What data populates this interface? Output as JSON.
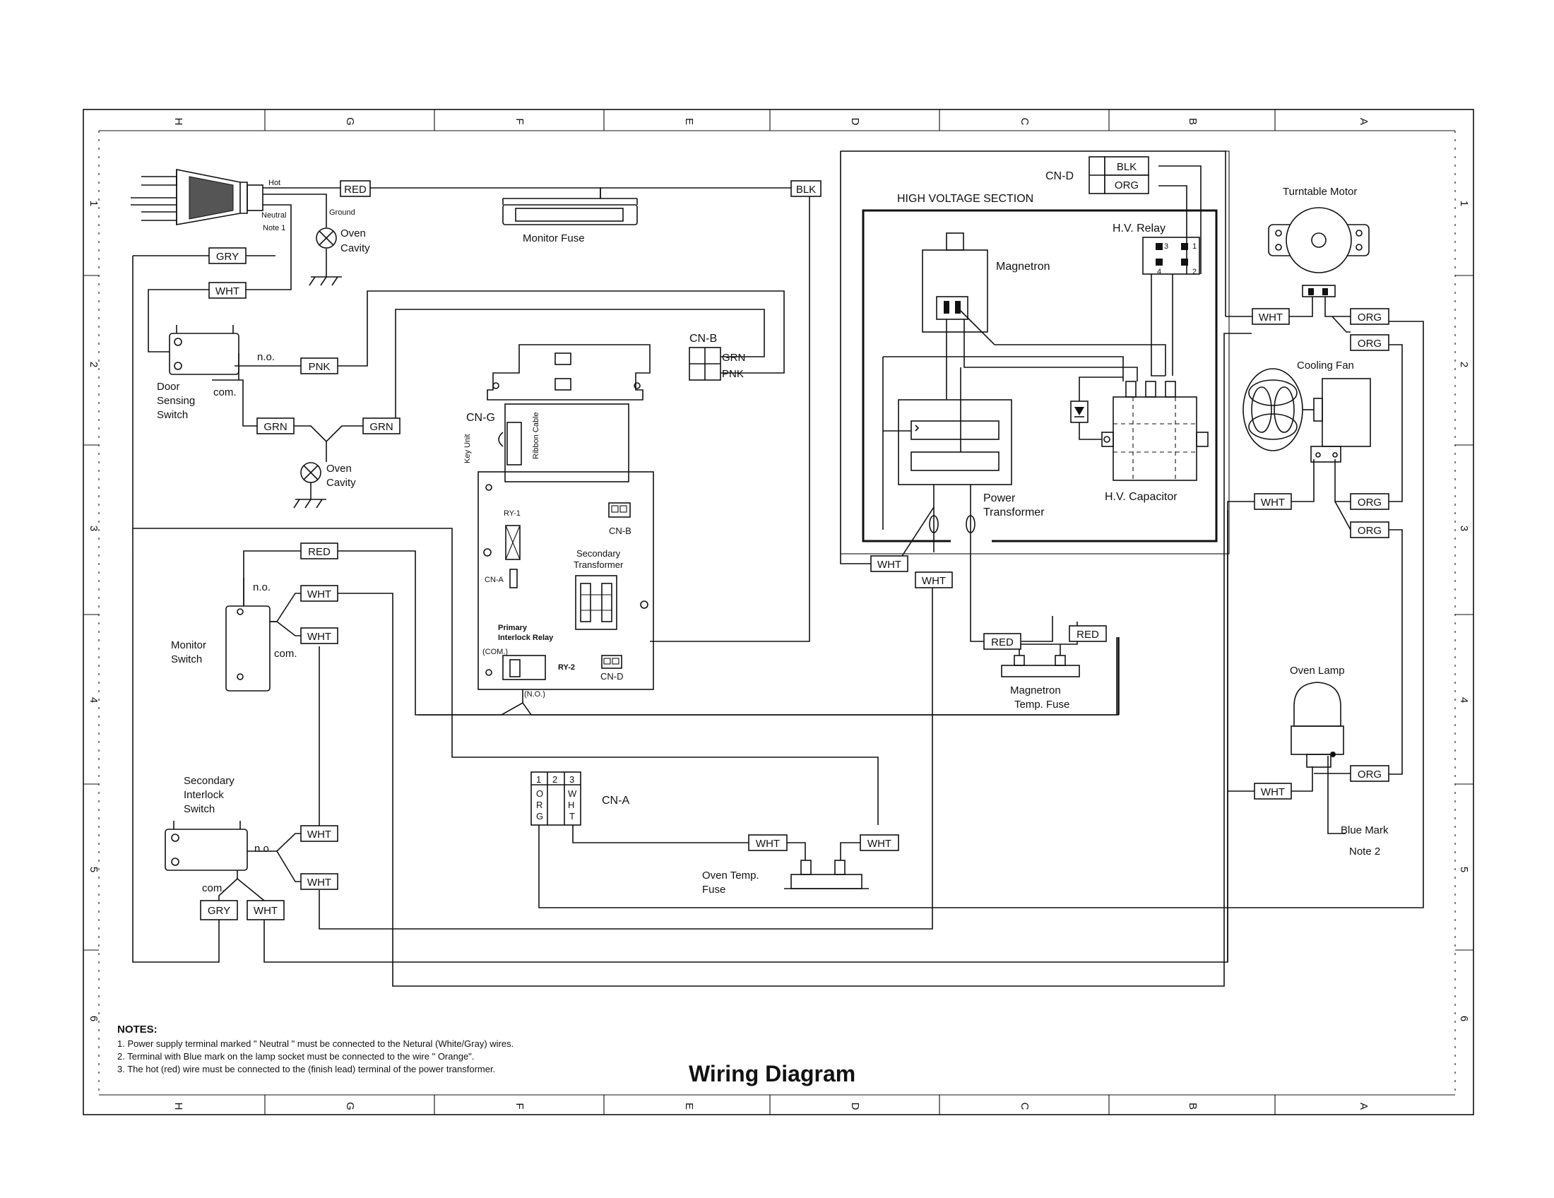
{
  "title": "Wiring Diagram",
  "grid": {
    "columns": [
      "H",
      "G",
      "F",
      "E",
      "D",
      "C",
      "B",
      "A"
    ],
    "rows": [
      "1",
      "2",
      "3",
      "4",
      "5",
      "6"
    ]
  },
  "notes": {
    "heading": "NOTES:",
    "items": [
      "1. Power supply terminal marked \" Neutral \" must be connected to the Netural (White/Gray) wires.",
      "2. Terminal with Blue mark on the lamp socket must be connected to the wire \" Orange\".",
      "3. The hot (red) wire must be connected to the (finish lead) terminal of the power transformer."
    ]
  },
  "labels": {
    "hot": "Hot",
    "ground": "Ground",
    "neutral": "Neutral",
    "note1": "Note 1",
    "oven_cavity": [
      "Oven",
      "Cavity"
    ],
    "monitor_fuse": "Monitor Fuse",
    "door_sensing_switch": [
      "Door",
      "Sensing",
      "Switch"
    ],
    "no": "n.o.",
    "com": "com.",
    "monitor_switch": [
      "Monitor",
      "Switch"
    ],
    "secondary_interlock_switch": [
      "Secondary",
      "Interlock",
      "Switch"
    ],
    "cn_b": "CN-B",
    "cn_g": "CN-G",
    "key_unit": "Key Unit",
    "ribbon_cable": "Ribbon Cable",
    "ry1": "RY-1",
    "cn_a_small": "CN-A",
    "cn_b_small": "CN-B",
    "secondary_transformer": [
      "Secondary",
      "Transformer"
    ],
    "primary_interlock_relay": [
      "Primary",
      "Interlock  Relay"
    ],
    "com_paren": "(COM.)",
    "ry2": "RY-2",
    "no_paren": "(N.O.)",
    "cn_d_small": "CN-D",
    "cn_d": "CN-D",
    "high_voltage_section": "HIGH VOLTAGE SECTION",
    "hv_relay": "H.V.  Relay",
    "magnetron": "Magnetron",
    "power_transformer": [
      "Power",
      "Transformer"
    ],
    "hv_capacitor": "H.V. Capacitor",
    "magnetron_temp_fuse": [
      "Magnetron",
      "Temp. Fuse"
    ],
    "cn_a": "CN-A",
    "cn_a_pins": [
      "1",
      "2",
      "3"
    ],
    "cn_a_pin1": [
      "O",
      "R",
      "G"
    ],
    "cn_a_pin3": [
      "W",
      "H",
      "T"
    ],
    "oven_temp_fuse": [
      "Oven Temp.",
      "Fuse"
    ],
    "turntable_motor": "Turntable Motor",
    "cooling_fan": "Cooling Fan",
    "oven_lamp": "Oven Lamp",
    "blue_mark": "Blue Mark",
    "note2": "Note 2",
    "relay_pins": [
      "3",
      "1",
      "4",
      "2"
    ]
  },
  "wire_tags": {
    "red_plug": "RED",
    "blk_top": "BLK",
    "gry_top": "GRY",
    "wht_top": "WHT",
    "pnk_door": "PNK",
    "grn_door_l": "GRN",
    "grn_door_r": "GRN",
    "cnb_grn": "GRN",
    "cnb_pnk": "PNK",
    "cnd_blk": "BLK",
    "cnd_org": "ORG",
    "red_mon": "RED",
    "wht_mon_1": "WHT",
    "wht_mon_2": "WHT",
    "wht_hv_1": "WHT",
    "wht_hv_2": "WHT",
    "red_mtf_l": "RED",
    "red_mtf_r": "RED",
    "wht_tt": "WHT",
    "org_tt_1": "ORG",
    "org_tt_2": "ORG",
    "wht_fan": "WHT",
    "org_fan_1": "ORG",
    "org_fan_2": "ORG",
    "wht_lamp": "WHT",
    "org_lamp": "ORG",
    "wht_sec_1": "WHT",
    "wht_sec_2": "WHT",
    "gry_sec": "GRY",
    "wht_sec_3": "WHT",
    "wht_otf_l": "WHT",
    "wht_otf_r": "WHT"
  }
}
